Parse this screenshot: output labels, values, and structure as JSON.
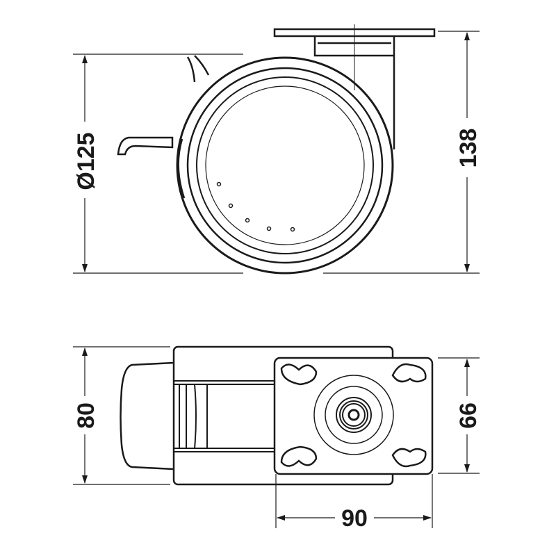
{
  "title": "Castor wheel technical drawing",
  "colors": {
    "line": "#1a1a1a",
    "background": "#ffffff"
  },
  "side_view": {
    "diameter_label": "Ø125",
    "height_label": "138"
  },
  "top_view": {
    "width_label": "80",
    "plate_width_label": "66",
    "plate_length_label": "90"
  }
}
